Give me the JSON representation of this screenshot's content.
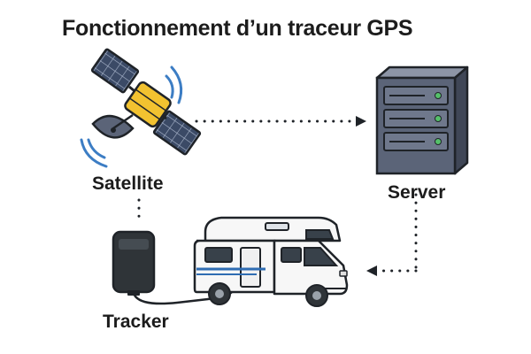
{
  "title": "Fonctionnement d’un traceur GPS",
  "nodes": {
    "satellite": {
      "label": "Satellite",
      "icon": "satellite-icon"
    },
    "server": {
      "label": "Server",
      "icon": "server-icon"
    },
    "tracker": {
      "label": "Tracker",
      "icon": "tracker-device-icon"
    },
    "vehicle": {
      "icon": "camper-van-icon"
    }
  },
  "colors": {
    "outline": "#1f2328",
    "satellite_body": "#f2c230",
    "solar_panel": "#3b4a66",
    "server_body": "#5b6478",
    "server_light": "#55c06a",
    "signal_wave": "#3c7dc4",
    "tracker_body": "#2f3438",
    "van_stripe": "#2f6db3",
    "connector": "#1f2328"
  }
}
